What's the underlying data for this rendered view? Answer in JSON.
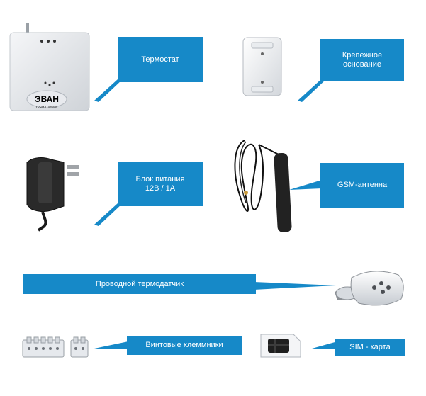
{
  "labels": {
    "thermostat": "Термостат",
    "mount_base_line1": "Крепежное",
    "mount_base_line2": "основание",
    "power_supply_line1": "Блок питания",
    "power_supply_line2": "12В / 1А",
    "gsm_antenna": "GSM-антенна",
    "wired_sensor": "Проводной термодатчик",
    "screw_terminals": "Винтовые клеммники",
    "sim_card": "SIM - карта"
  },
  "device_brand": {
    "logo_text": "ЭВАН",
    "model_text": "GSM-Climate"
  },
  "colors": {
    "callout": "#1689c8",
    "background": "#ffffff"
  }
}
